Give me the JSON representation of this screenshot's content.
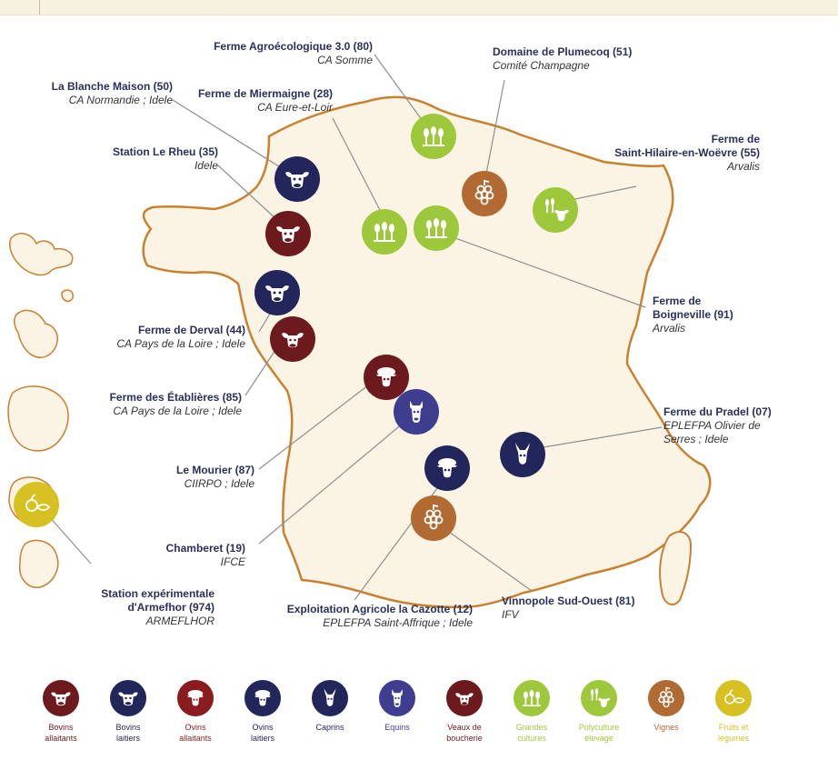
{
  "colors": {
    "bovins_allaitants": "#6d1a1e",
    "bovins_laitiers": "#23265a",
    "equins": "#3f3d8f",
    "grandes_cultures": "#9ec83c",
    "polyculture": "#9ec83c",
    "vignes": "#b26a33",
    "fruits": "#d7c021",
    "outline": "#c9802f",
    "land": "#fbf4e4"
  },
  "farms": [
    {
      "name": "Ferme Agroécologique 3.0 (80)",
      "org": "CA Somme",
      "icon": "grandes-cultures-icon"
    },
    {
      "name": "Domaine de Plumecoq (51)",
      "org": "Comité Champagne",
      "icon": "vignes-icon"
    },
    {
      "name": "La Blanche Maison (50)",
      "org": "CA Normandie ; Idele",
      "icon": "bovins-laitiers-icon"
    },
    {
      "name": "Ferme de Miermaigne (28)",
      "org": "CA Eure-et-Loir",
      "icon": "grandes-cultures-icon"
    },
    {
      "name": "Ferme de Saint-Hilaire-en-Woëvre (55)",
      "name_l1": "Ferme de",
      "name_l2": "Saint-Hilaire-en-Woëvre (55)",
      "org": "Arvalis",
      "icon": "polyculture-elevage-icon"
    },
    {
      "name": "Station Le Rheu (35)",
      "org": "Idele",
      "icon": "bovins-allaitants-icon"
    },
    {
      "name": "Ferme de Boigneville (91)",
      "name_l1": "Ferme de",
      "name_l2": "Boigneville (91)",
      "org": "Arvalis",
      "icon": "grandes-cultures-icon"
    },
    {
      "name": "Ferme de Derval (44)",
      "org": "CA Pays de la Loire ; Idele",
      "icon": "bovins-laitiers-icon"
    },
    {
      "name": "Ferme des Établières (85)",
      "org": "CA Pays de la Loire ; Idele",
      "icon": "veaux-de-boucherie-icon"
    },
    {
      "name": "Ferme du Pradel (07)",
      "org_l1": "EPLEFPA Olivier de",
      "org_l2": "Serres ; Idele",
      "icon": "caprins-icon"
    },
    {
      "name": "Le Mourier (87)",
      "org": "CIIRPO ; Idele",
      "icon": "ovins-allaitants-icon"
    },
    {
      "name": "Chamberet (19)",
      "org": "IFCE",
      "icon": "equins-icon"
    },
    {
      "name_l1": "Station expérimentale",
      "name_l2": "d'Armefhor (974)",
      "org": "ARMEFLHOR",
      "icon": "fruits-et-legumes-icon"
    },
    {
      "name": "Exploitation Agricole la Cazotte (12)",
      "org": "EPLEFPA Saint-Affrique ; Idele",
      "icon": "ovins-laitiers-icon"
    },
    {
      "name": "Vinnopole Sud-Ouest (81)",
      "org": "IFV",
      "icon": "vignes-icon"
    }
  ],
  "legend": [
    {
      "l1": "Bovins",
      "l2": "allaitants",
      "color": "#6d1a1e",
      "text_color": "#6d1a1e",
      "icon": "bovins-allaitants-icon"
    },
    {
      "l1": "Bovins",
      "l2": "laitiers",
      "color": "#23265a",
      "text_color": "#23265a",
      "icon": "bovins-laitiers-icon"
    },
    {
      "l1": "Ovins",
      "l2": "allaitants",
      "color": "#8a1c1f",
      "text_color": "#8a1c1f",
      "icon": "ovins-allaitants-icon"
    },
    {
      "l1": "Ovins",
      "l2": "laitiers",
      "color": "#23265a",
      "text_color": "#23265a",
      "icon": "ovins-laitiers-icon"
    },
    {
      "l1": "Caprins",
      "l2": "",
      "color": "#23265a",
      "text_color": "#23265a",
      "icon": "caprins-icon"
    },
    {
      "l1": "Equins",
      "l2": "",
      "color": "#3f3d8f",
      "text_color": "#3f3d8f",
      "icon": "equins-icon"
    },
    {
      "l1": "Veaux de",
      "l2": "boucherie",
      "color": "#6d1a1e",
      "text_color": "#6d1a1e",
      "icon": "veaux-de-boucherie-icon"
    },
    {
      "l1": "Grandes",
      "l2": "cultures",
      "color": "#9ec83c",
      "text_color": "#9ec83c",
      "icon": "grandes-cultures-icon"
    },
    {
      "l1": "Polyculture",
      "l2": "élevage",
      "color": "#9ec83c",
      "text_color": "#9ec83c",
      "icon": "polyculture-elevage-icon"
    },
    {
      "l1": "Vignes",
      "l2": "",
      "color": "#b26a33",
      "text_color": "#b26a33",
      "icon": "vignes-icon"
    },
    {
      "l1": "Fruits et",
      "l2": "légumes",
      "color": "#d7c021",
      "text_color": "#d7c021",
      "icon": "fruits-et-legumes-icon"
    }
  ]
}
